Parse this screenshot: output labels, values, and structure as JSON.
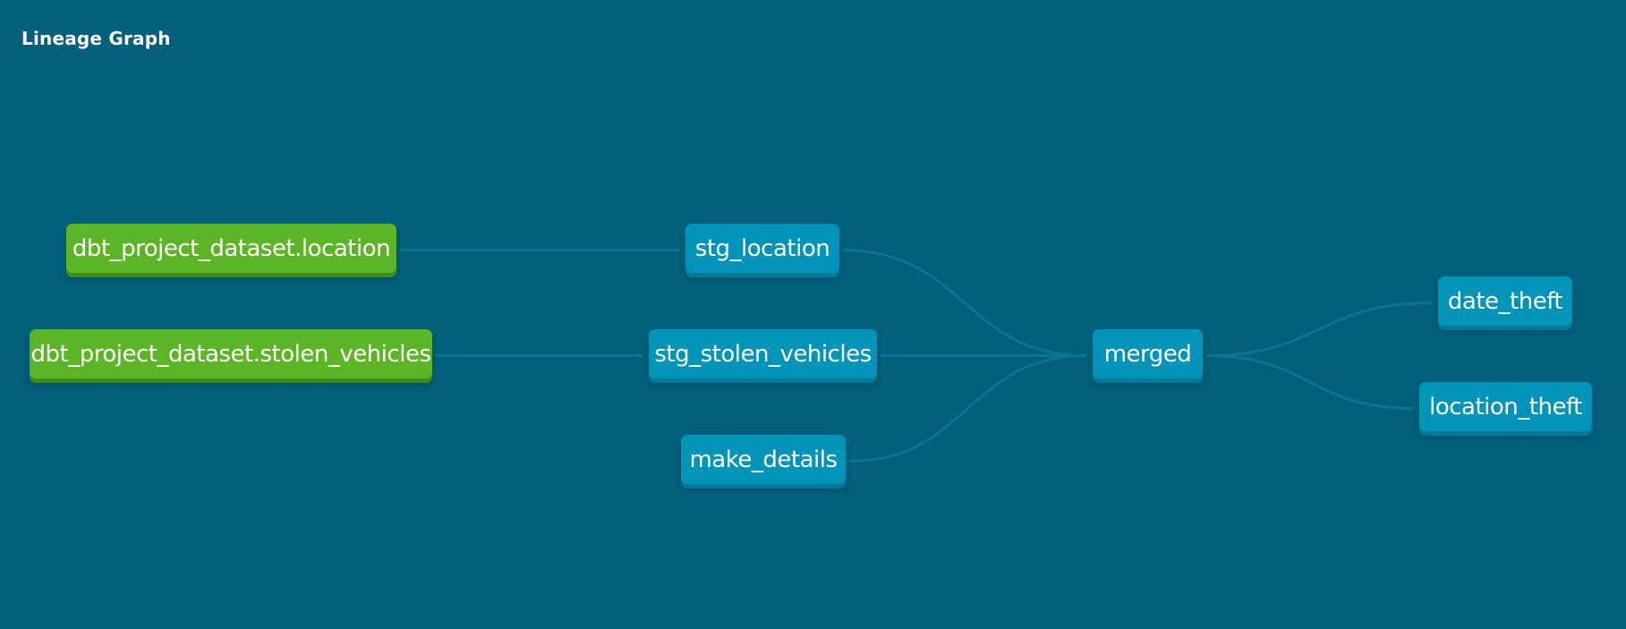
{
  "title": "Lineage Graph",
  "colors": {
    "background": "#005f7a",
    "source_node": "#5cb525",
    "model_node": "#0094b8",
    "edge": "#0a7491"
  },
  "nodes": [
    {
      "id": "src_location",
      "label": "dbt_project_dataset.location",
      "kind": "source"
    },
    {
      "id": "src_stolen",
      "label": "dbt_project_dataset.stolen_vehicles",
      "kind": "source"
    },
    {
      "id": "stg_location",
      "label": "stg_location",
      "kind": "model"
    },
    {
      "id": "stg_stolen",
      "label": "stg_stolen_vehicles",
      "kind": "model"
    },
    {
      "id": "make_details",
      "label": "make_details",
      "kind": "model"
    },
    {
      "id": "merged",
      "label": "merged",
      "kind": "model"
    },
    {
      "id": "date_theft",
      "label": "date_theft",
      "kind": "model"
    },
    {
      "id": "location_theft",
      "label": "location_theft",
      "kind": "model"
    }
  ],
  "edges": [
    {
      "from": "src_location",
      "to": "stg_location"
    },
    {
      "from": "src_stolen",
      "to": "stg_stolen"
    },
    {
      "from": "stg_location",
      "to": "merged"
    },
    {
      "from": "stg_stolen",
      "to": "merged"
    },
    {
      "from": "make_details",
      "to": "merged"
    },
    {
      "from": "merged",
      "to": "date_theft"
    },
    {
      "from": "merged",
      "to": "location_theft"
    }
  ]
}
